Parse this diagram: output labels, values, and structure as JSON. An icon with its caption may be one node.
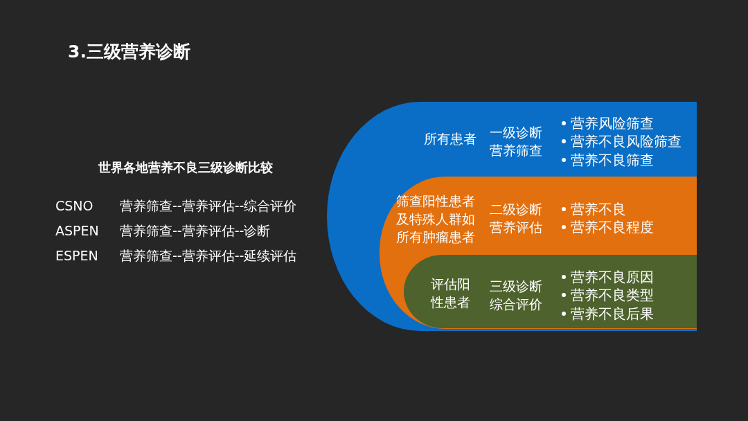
{
  "diagram": {
    "title": "3.三级营养诊断",
    "nodes": [
      {
        "text": [
          "所有患者",
          "一级诊断",
          "营养筛查",
          "营养风险筛查",
          "营养不良风险筛查",
          "营养不良筛查"
        ]
      },
      {
        "text": [
          "筛查阳性患者及特殊人群如所有肿瘤患者",
          "二级诊断",
          "营养评估",
          "营养不良",
          "营养不良程度"
        ],
        "in": 0
      },
      {
        "text": [
          "评估阳性患者",
          "三级诊断",
          "综合评价",
          "营养不良原因",
          "营养不良类型",
          "营养不良后果"
        ],
        "in": 1
      }
    ],
    "labels": [
      "世界各地营养不良三级诊断比较",
      "CSNO",
      "营养筛查--营养评估--综合评价",
      "ASPEN",
      "营养筛查--营养评估--诊断",
      "ESPEN",
      "营养筛查--营养评估--延续评估"
    ]
  }
}
